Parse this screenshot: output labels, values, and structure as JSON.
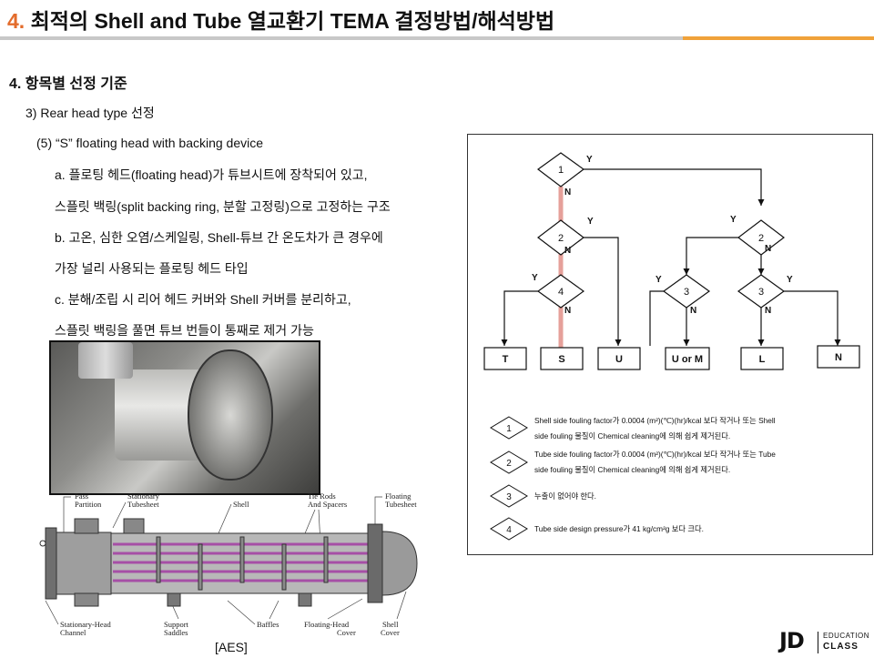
{
  "header": {
    "number": "4.",
    "title": "최적의 Shell and Tube 열교환기 TEMA 결정방법/해석방법"
  },
  "section": {
    "heading": "4. 항목별 선정 기준",
    "sub1": "3) Rear head type 선정",
    "sub2": "(5) “S” floating head with backing device",
    "bullets": [
      "a. 플로팅 헤드(floating head)가 튜브시트에 장착되어 있고,",
      "스플릿 백링(split backing ring, 분할 고정링)으로 고정하는 구조",
      "b. 고온, 심한 오염/스케일링, Shell-튜브 간 온도차가 큰 경우에",
      "가장 널리 사용되는 플로팅 헤드 타입",
      "c.  분해/조립 시 리어 헤드 커버와 Shell 커버를 분리하고,",
      "스플릿 백링을 풀면 튜브 번들이 통째로 제거 가능"
    ]
  },
  "diagram": {
    "labels": {
      "pass_partition": [
        "Pass",
        "Partition"
      ],
      "stationary_tubesheet": [
        "Stationary",
        "Tubesheet"
      ],
      "shell": "Shell",
      "tie_rods": [
        "Tie Rods",
        "And Spacers"
      ],
      "floating_tubesheet": [
        "Floating",
        "Tubesheet"
      ],
      "stationary_head": [
        "Stationary-Head",
        "Channel"
      ],
      "support_saddles": [
        "Support",
        "Saddles"
      ],
      "baffles": "Baffles",
      "floating_head_cover": [
        "Floating-Head",
        "Cover"
      ],
      "shell_cover": [
        "Shell",
        "Cover"
      ]
    },
    "caption": "[AES]"
  },
  "flowchart": {
    "yes": "Y",
    "no": "N",
    "d1": "1",
    "d2": "2",
    "d3": "3",
    "d4": "4",
    "outcomes": [
      "T",
      "S",
      "U",
      "U or M",
      "L",
      "N"
    ],
    "legend": [
      {
        "num": "1",
        "lines": [
          "Shell side fouling factor가 0.0004 (m²)(℃)(hr)/kcal 보다 작거나 또는 Shell",
          "side fouling 물질이 Chemical cleaning에 의해 쉽게 제거된다."
        ]
      },
      {
        "num": "2",
        "lines": [
          "Tube side fouling factor가 0.0004 (m²)(℃)(hr)/kcal 보다 작거나 또는 Tube",
          "side fouling 물질이 Chemical cleaning에 의해 쉽게 제거된다."
        ]
      },
      {
        "num": "3",
        "lines": [
          "누출이 없어야 한다."
        ]
      },
      {
        "num": "4",
        "lines": [
          "Tube side design pressure가 41 kg/cm²g 보다 크다."
        ]
      }
    ]
  },
  "logo": {
    "mark": "JD",
    "education": "EDUCATION",
    "class": "CLASS"
  }
}
